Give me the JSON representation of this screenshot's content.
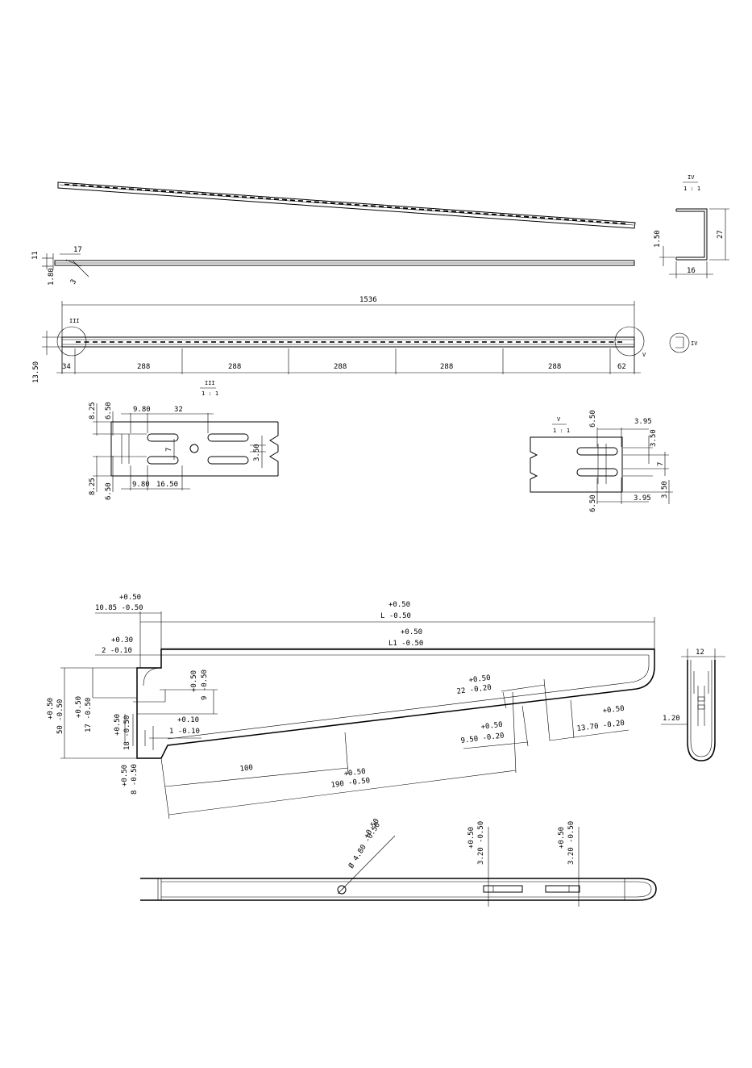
{
  "upright": {
    "angled_slots": 1,
    "side_view": {
      "flange": "1.50",
      "height": "27",
      "width": "16",
      "note": "1.80",
      "angle": "3",
      "top": "11",
      "top_len": "17"
    },
    "main": {
      "total_length": "1536",
      "spacing": [
        "34",
        "288",
        "288",
        "288",
        "288",
        "288",
        "62"
      ],
      "height": "13.50",
      "detail_label_left": "III",
      "detail_label_right": "V",
      "detail_label_end": "IV"
    },
    "detail_views": {
      "iv_title": "IV",
      "iv_scale": "1 : 1",
      "iii_title": "III",
      "iii_scale": "1 : 1",
      "v_title": "V",
      "v_scale": "1 : 1"
    },
    "detail_iii": {
      "d1": "8.25",
      "d2": "6.50",
      "d3": "9.80",
      "d4": "32",
      "d5": "7",
      "d6": "3.50",
      "d7": "8.25",
      "d8": "6.50",
      "d9": "9.80",
      "d10": "16.50"
    },
    "detail_v": {
      "d1": "6.50",
      "d2": "3.95",
      "d3": "3.50",
      "d4": "7",
      "d5": "3.50",
      "d6": "6.50",
      "d7": "3.95"
    }
  },
  "bracket": {
    "top_tol": "+0.50",
    "top_val": "10.85 -0.50",
    "L_tol": "+0.50",
    "L_val": "L -0.50",
    "L1_tol": "+0.50",
    "L1_val": "L1 -0.50",
    "hook_tol": "+0.30",
    "hook_val": "2 -0.10",
    "h50_tol": "+0.50",
    "h50_val": "50 -0.50",
    "h17_tol": "+0.50",
    "h17_val": "17 -0.50",
    "h18_tol": "+0.50",
    "h18_val": "18 -0.50",
    "h9_tol": "+0.50",
    "h9_val": "9 -0.50",
    "h1_tol": "+0.10",
    "h1_val": "1 -0.10",
    "h8_tol": "+0.50",
    "h8_val": "8 -0.50",
    "d22_tol": "+0.50",
    "d22_val": "22 -0.20",
    "d950_tol": "+0.50",
    "d950_val": "9.50 -0.20",
    "d1370_tol": "+0.50",
    "d1370_val": "13.70 -0.20",
    "d100": "100",
    "d190_tol": "+0.50",
    "d190_val": "190 -0.50",
    "end_w": "12",
    "end_t": "1.20",
    "hole_tol": "+0.50",
    "hole_val": "Ø 4.80 -0.50",
    "slot1_tol": "+0.50",
    "slot1_val": "3.20 -0.50",
    "slot2_tol": "+0.50",
    "slot2_val": "3.20 -0.50"
  }
}
